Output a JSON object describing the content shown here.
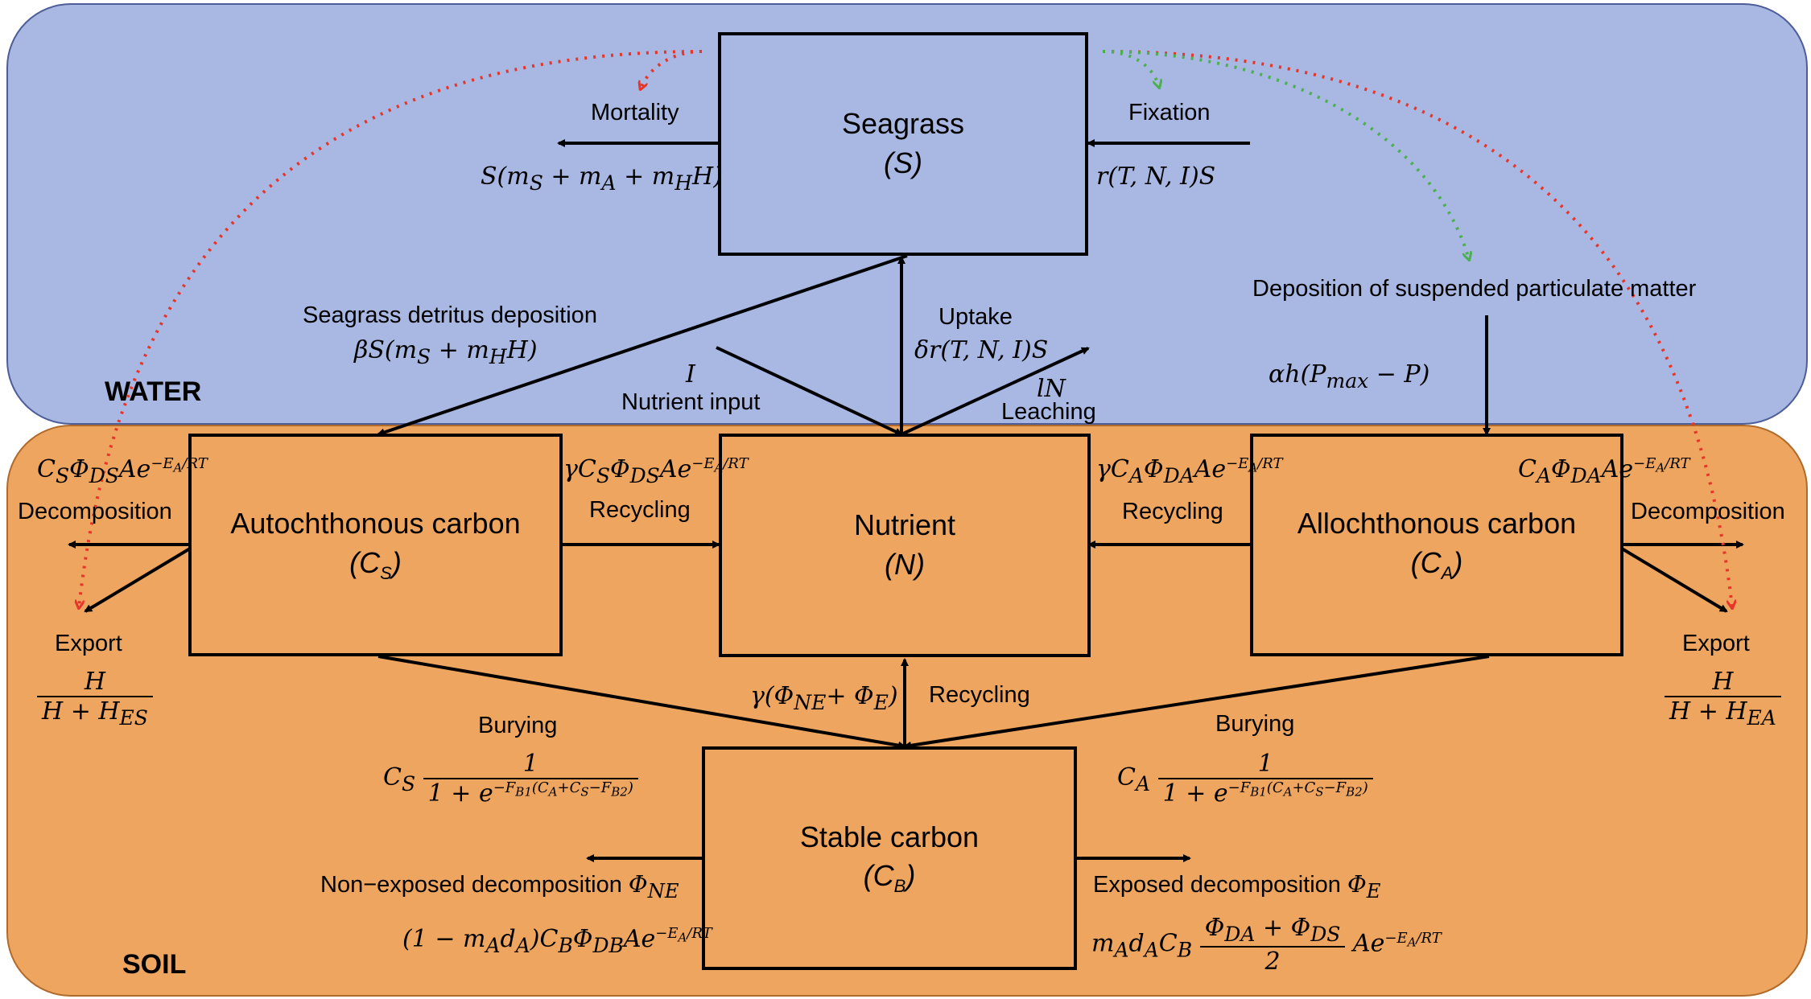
{
  "zones": {
    "water": "WATER",
    "soil": "SOIL"
  },
  "colors": {
    "water_bg": "#a8b8e2",
    "soil_bg": "#eea55f",
    "red_dotted": "#e8352a",
    "green_dotted": "#4caf50"
  },
  "boxes": {
    "seagrass": {
      "name": "Seagrass",
      "symbol": "(S)"
    },
    "autochthonous": {
      "name": "Autochthonous carbon",
      "symbol": "(C",
      "sub": "S",
      "close": ")"
    },
    "nutrient": {
      "name": "Nutrient",
      "symbol": "(N)"
    },
    "allochthonous": {
      "name": "Allochthonous carbon",
      "symbol": "(C",
      "sub": "A",
      "close": ")"
    },
    "stable": {
      "name": "Stable carbon",
      "symbol": "(C",
      "sub": "B",
      "close": ")"
    }
  },
  "labels": {
    "mortality": "Mortality",
    "fixation": "Fixation",
    "detritus": "Seagrass detritus deposition",
    "uptake": "Uptake",
    "nutrient_input": "Nutrient input",
    "leaching": "Leaching",
    "deposition_spm": "Deposition of suspended particulate matter",
    "decomposition_left": "Decomposition",
    "decomposition_right": "Decomposition",
    "recycling_left": "Recycling",
    "recycling_right": "Recycling",
    "recycling_bottom": "Recycling",
    "export_left": "Export",
    "export_right": "Export",
    "burying_left": "Burying",
    "burying_right": "Burying",
    "nonexposed": "Non−exposed decomposition",
    "exposed": "Exposed decomposition"
  },
  "formulas": {
    "mortality": "S(m_S + m_A + m_H H)",
    "fixation": "r(T, N, I)S",
    "detritus": "βS(m_S + m_H H)",
    "uptake": "δr(T, N, I)S",
    "input": "I",
    "leaching": "lN",
    "deposition": "αh(P_max − P)",
    "decomp_left": "C_S Φ_DS A e^(−E_A/RT)",
    "decomp_right": "C_A Φ_DA A e^(−E_A/RT)",
    "recycle_left": "γ C_S Φ_DS A e^(−E_A/RT)",
    "recycle_right": "γ C_A Φ_DA A e^(−E_A/RT)",
    "recycle_bottom": "γ(Φ_NE + Φ_E)",
    "export_left": "H / (H + H_ES)",
    "export_right": "H / (H + H_EA)",
    "bury_left": "C_S · 1 / (1 + e^(−F_B1(C_A + C_S − F_B2)))",
    "bury_right": "C_A · 1 / (1 + e^(−F_B1(C_A + C_S − F_B2)))",
    "nonexposed_symbol": "Φ_NE",
    "exposed_symbol": "Φ_E",
    "nonexposed_rate": "(1 − m_A d_A) C_B Φ_DB A e^(−E_A/RT)",
    "exposed_rate": "m_A d_A C_B (Φ_DA + Φ_DS)/2 A e^(−E_A/RT)"
  }
}
